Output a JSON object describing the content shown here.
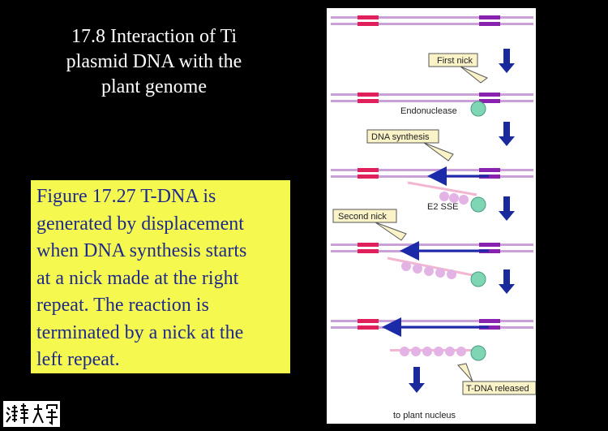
{
  "title": {
    "line1": "17.8 Interaction of Ti",
    "line2": "plasmid DNA with the",
    "line3": "plant genome"
  },
  "caption": {
    "lines": [
      "Figure 17.27 T-DNA is",
      "generated by displacement",
      "when DNA synthesis starts",
      "at a nick made at the right",
      "repeat. The reaction is",
      "terminated by a nick at the",
      "left repeat."
    ]
  },
  "logo": {
    "text": "清華大學"
  },
  "figure": {
    "labels": {
      "first_nick": "First nick",
      "endonuclease": "Endonuclease",
      "dna_synthesis": "DNA synthesis",
      "e2_sse": "E2 SSE",
      "second_nick": "Second nick",
      "t_dna_released": "T-DNA released",
      "plant_nucleus": "to plant nucleus"
    },
    "colors": {
      "dna_strand": "#c9a0d8",
      "left_repeat": "#e0205a",
      "right_repeat": "#8a22b0",
      "new_strand": "#1a2aa8",
      "ssb_beads": "#e3b3e6",
      "protein": "#7fd6b5",
      "step_arrow": "#1a2a9c",
      "callout": "#fbf3c8"
    }
  }
}
